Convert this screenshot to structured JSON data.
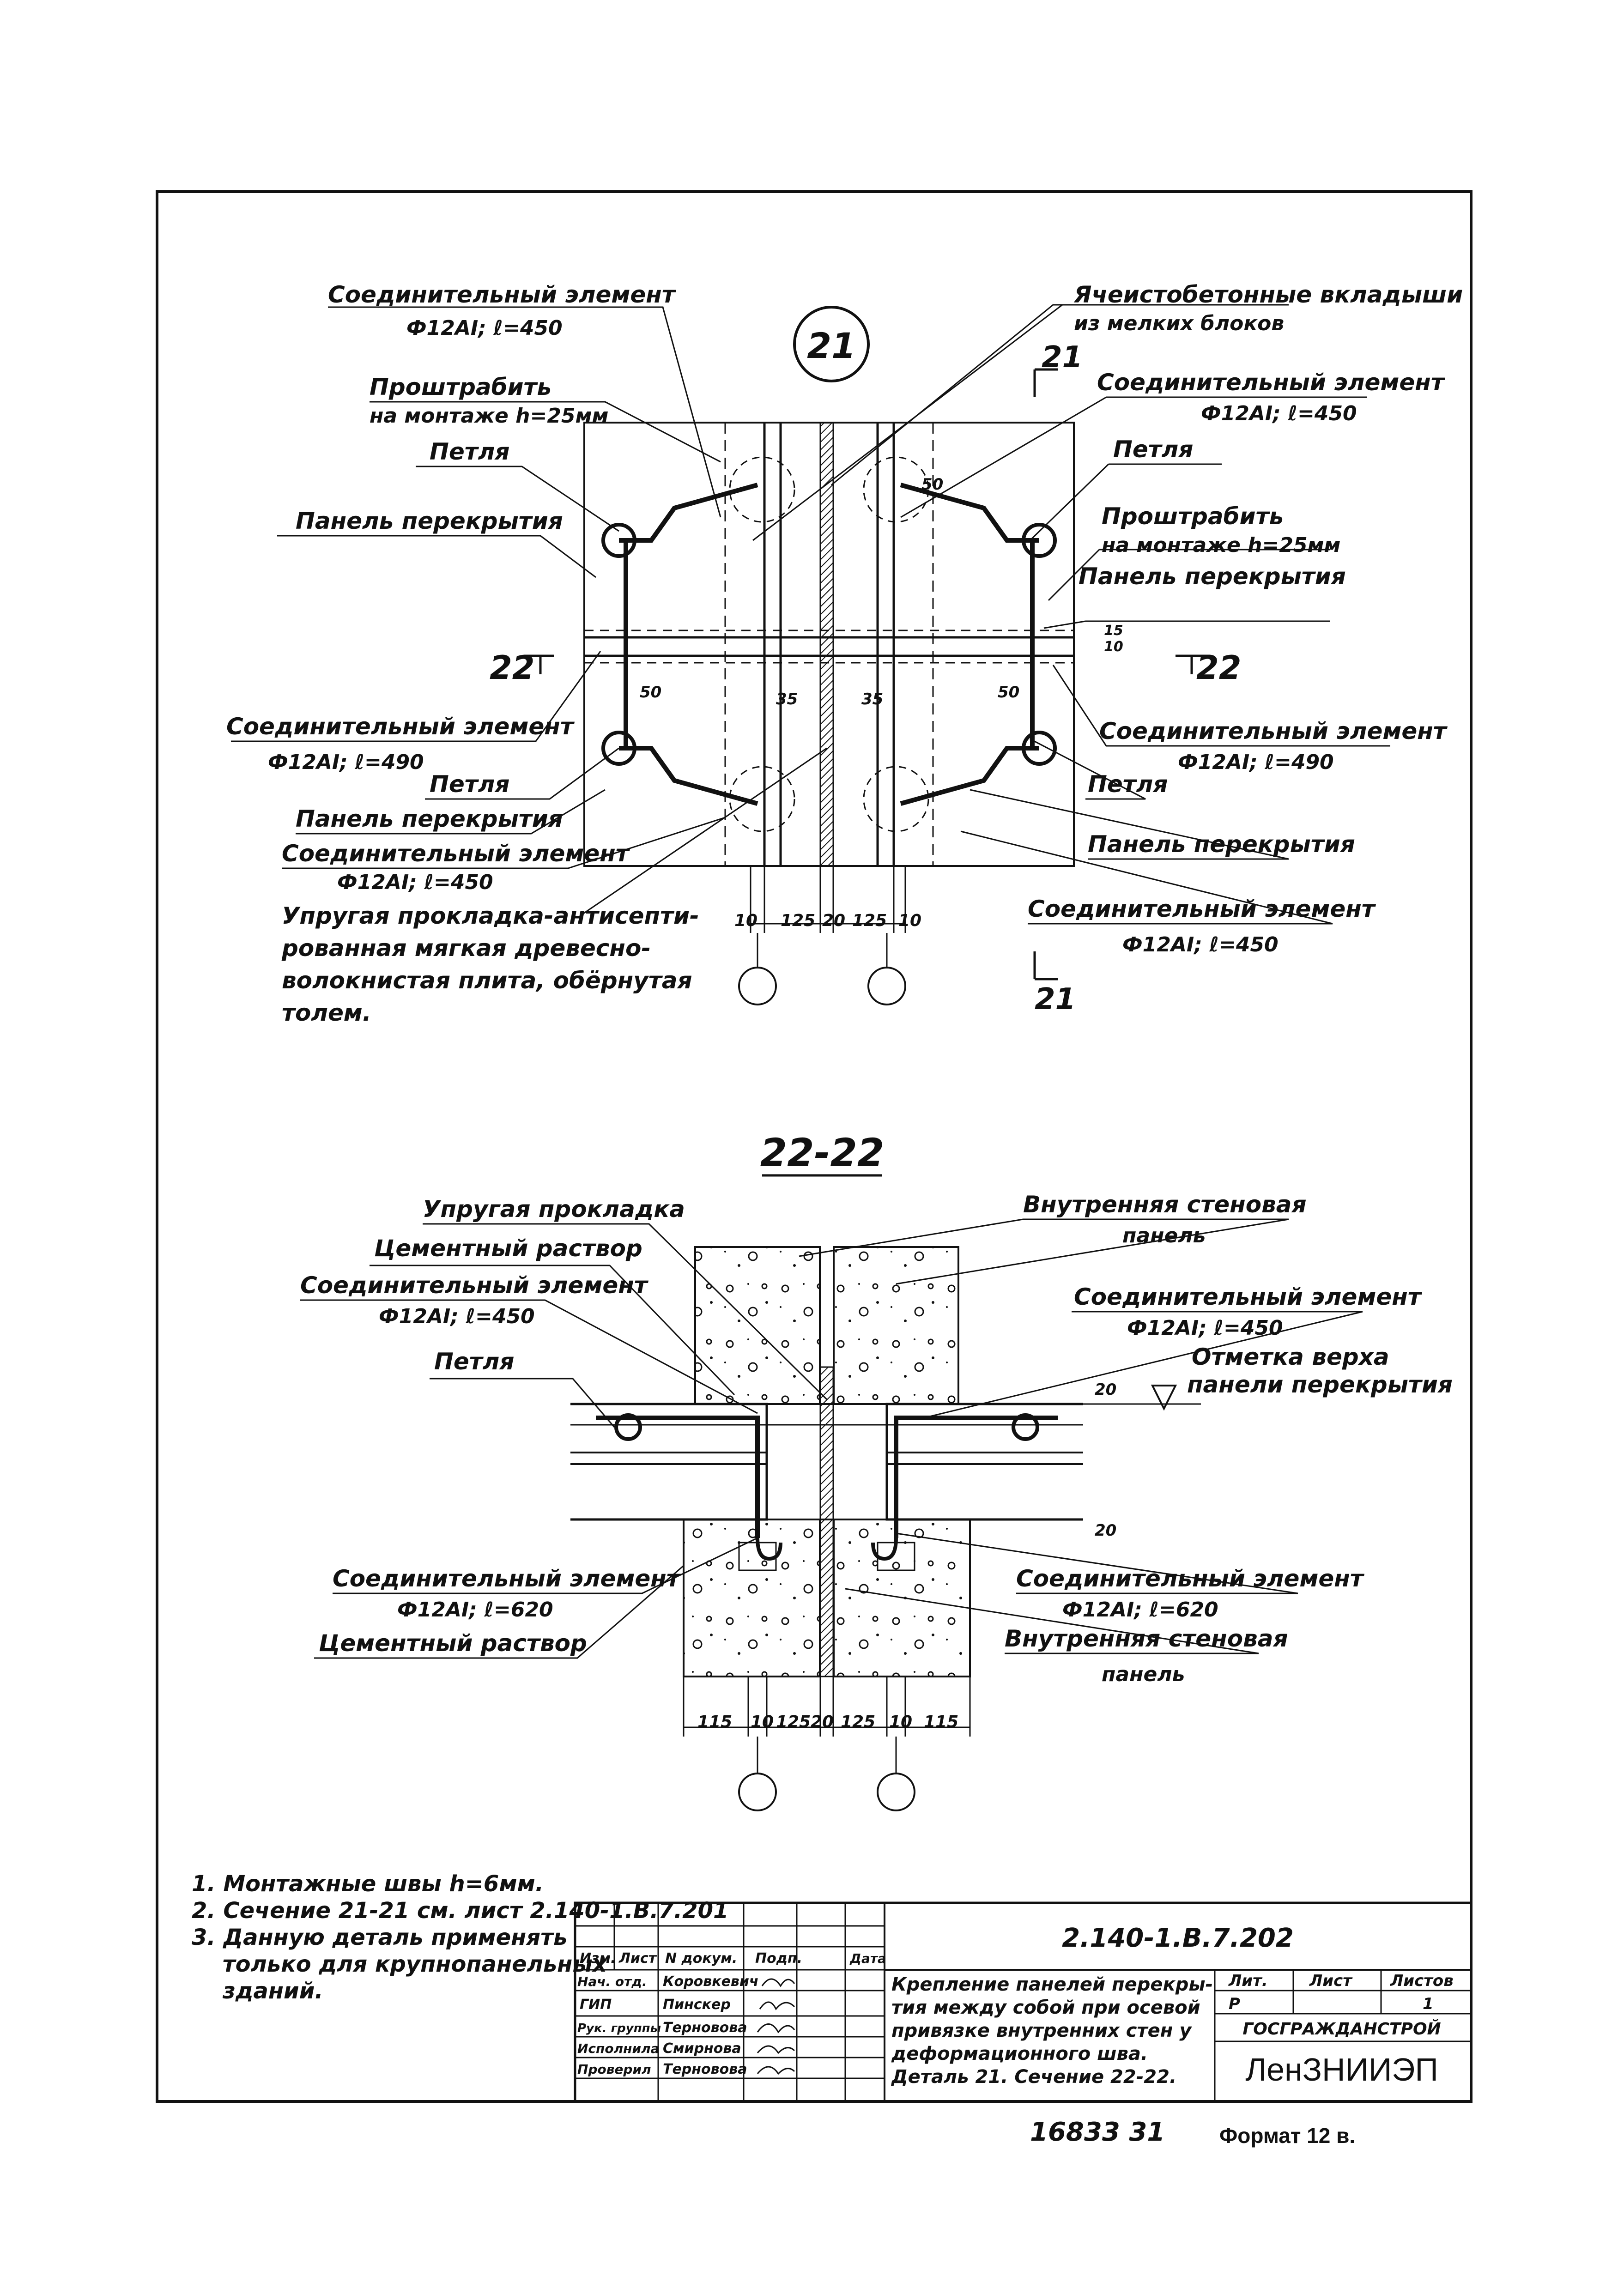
{
  "detail": {
    "number": "21",
    "labels": {
      "conn_450_tl": "Соединительный элемент",
      "conn_450_tl_spec": "Ф12АI; ℓ=450",
      "groove_tl_1": "Проштрабить",
      "groove_tl_2": "на монтаже h=25мм",
      "loop_tl": "Петля",
      "slab_tl": "Панель перекрытия",
      "aerated_1": "Ячеистобетонные вкладыши",
      "aerated_2": "из мелких блоков",
      "conn_450_tr": "Соединительный элемент",
      "conn_450_tr_spec": "Ф12АI; ℓ=450",
      "loop_tr": "Петля",
      "groove_tr_1": "Проштрабить",
      "groove_tr_2": "на монтаже h=25мм",
      "slab_tr": "Панель перекрытия",
      "conn_490_l": "Соединительный элемент",
      "conn_490_l_spec": "Ф12АI; ℓ=490",
      "conn_490_r": "Соединительный элемент",
      "conn_490_r_spec": "Ф12АI; ℓ=490",
      "loop_bl": "Петля",
      "slab_bl": "Панель перекрытия",
      "conn_450_bl": "Соединительный элемент",
      "conn_450_bl_spec": "Ф12АI; ℓ=450",
      "elastic_1": "Упругая прокладка-антисепти-",
      "elastic_2": "рованная мягкая древесно-",
      "elastic_3": "волокнистая плита, обёрнутая",
      "elastic_4": "толем.",
      "loop_br": "Петля",
      "slab_br": "Панель перекрытия",
      "conn_450_br": "Соединительный элемент",
      "conn_450_br_spec": "Ф12АI; ℓ=450"
    },
    "section_marks": {
      "s21": "21",
      "s22": "22"
    },
    "dims": [
      "10",
      "125",
      "20",
      "125",
      "10"
    ],
    "dims_small": {
      "d35": "35",
      "d50": "50",
      "d15": "15",
      "d10": "10"
    }
  },
  "section": {
    "title": "22-22",
    "labels": {
      "elastic": "Упругая прокладка",
      "mortar_top": "Цементный раствор",
      "conn_450_l": "Соединительный элемент",
      "conn_450_l_spec": "Ф12АI; ℓ=450",
      "loop": "Петля",
      "inner_wall_top_1": "Внутренняя стеновая",
      "inner_wall_top_2": "панель",
      "conn_450_r": "Соединительный элемент",
      "conn_450_r_spec": "Ф12АI; ℓ=450",
      "mark_1": "Отметка верха",
      "mark_2": "панели перекрытия",
      "conn_620_l": "Соединительный элемент",
      "conn_620_l_spec": "Ф12АI; ℓ=620",
      "mortar_bottom": "Цементный раствор",
      "conn_620_r": "Соединительный элемент",
      "conn_620_r_spec": "Ф12АI; ℓ=620",
      "inner_wall_bot_1": "Внутренняя стеновая",
      "inner_wall_bot_2": "панель"
    },
    "dims": [
      "115",
      "10",
      "125",
      "20",
      "125",
      "10",
      "115"
    ],
    "dim_20": "20"
  },
  "notes": [
    "1. Монтажные швы h=6мм.",
    "2. Сечение 21-21 см. лист 2.140-1.В.7.201",
    "3. Данную деталь применять",
    "    только для крупнопанельных",
    "    зданий."
  ],
  "title_block": {
    "code": "2.140-1.В.7.202",
    "header_cols": [
      "Изм.",
      "Лист",
      "N докум.",
      "Подп.",
      "Дата"
    ],
    "rows": [
      {
        "role": "Нач. отд.",
        "name": "Коровкевич"
      },
      {
        "role": "ГИП",
        "name": "Пинскер"
      },
      {
        "role": "Рук. группы",
        "name": "Терновова"
      },
      {
        "role": "Исполнила",
        "name": "Смирнова"
      },
      {
        "role": "Проверил",
        "name": "Терновова"
      }
    ],
    "description": [
      "Крепление панелей перекры-",
      "тия между собой при осевой",
      "привязке внутренних стен у",
      "деформационного шва.",
      "Деталь 21. Сечение 22-22."
    ],
    "stage_headers": [
      "Лит.",
      "Лист",
      "Листов"
    ],
    "stage_values": [
      "Р",
      "",
      "1"
    ],
    "org_1": "ГОСГРАЖДАНСТРОЙ",
    "org_2": "ЛенЗНИИЭП"
  },
  "footer": {
    "inventory": "16833 31",
    "format": "Формат 12 в."
  }
}
